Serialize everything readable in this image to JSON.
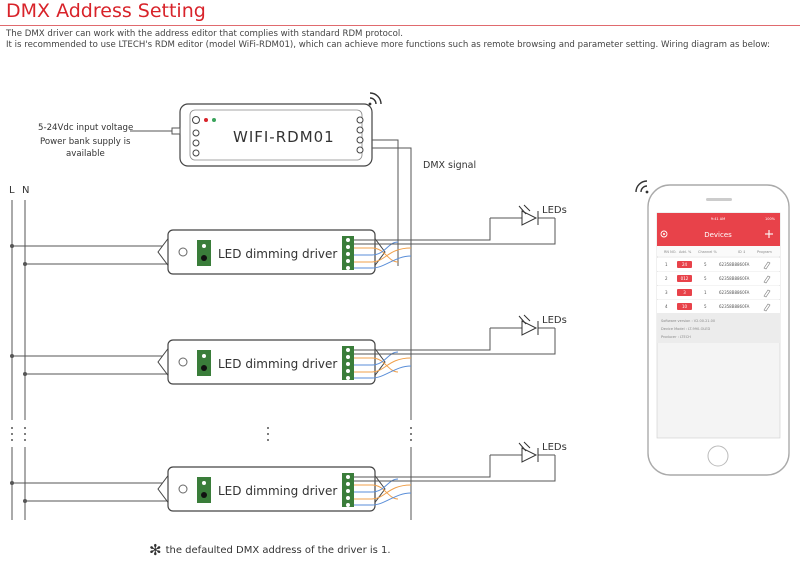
{
  "title": "DMX Address Setting",
  "intro": [
    "The DMX driver can work with the address editor that complies with standard RDM protocol.",
    "It is recommended to use LTECH's RDM editor (model WiFi-RDM01), which can achieve more functions such as remote browsing and parameter setting. Wiring diagram as below:"
  ],
  "editor": {
    "model": "WIFI-RDM01",
    "supply_line1": "5-24Vdc input voltage",
    "supply_line2": "Power bank supply is",
    "supply_line3": "available",
    "signal_label": "DMX signal"
  },
  "mains": {
    "L": "L",
    "N": "N"
  },
  "drivers": [
    {
      "label": "LED dimming driver",
      "leds": "LEDs"
    },
    {
      "label": "LED dimming driver",
      "leds": "LEDs"
    },
    {
      "label": "LED dimming driver",
      "leds": "LEDs"
    }
  ],
  "phone": {
    "status_time": "9:41 AM",
    "status_batt": "100%",
    "header_title": "Devices",
    "columns": [
      "RN NO.",
      "Add. %",
      "Channel %",
      "ID ↕",
      "Program"
    ],
    "rows": [
      {
        "no": "1",
        "addr": "24",
        "channel": "5",
        "id": "62358B8860FA"
      },
      {
        "no": "2",
        "addr": "012",
        "channel": "5",
        "id": "62358B8860FA"
      },
      {
        "no": "3",
        "addr": "3",
        "channel": "1",
        "id": "62358B8860FA"
      },
      {
        "no": "4",
        "addr": "10",
        "channel": "5",
        "id": "62358B8860FA"
      }
    ],
    "info": [
      "Software version : V2.00.21.00",
      "Device Model : LT-990-OLED",
      "Producer : LTECH"
    ]
  },
  "footnote": "the defaulted DMX address of the driver is 1.",
  "colors": {
    "accent": "#d8232a",
    "line": "#555555",
    "dmx_orange": "#f0a04b",
    "dmx_blue": "#5a8ed8"
  }
}
